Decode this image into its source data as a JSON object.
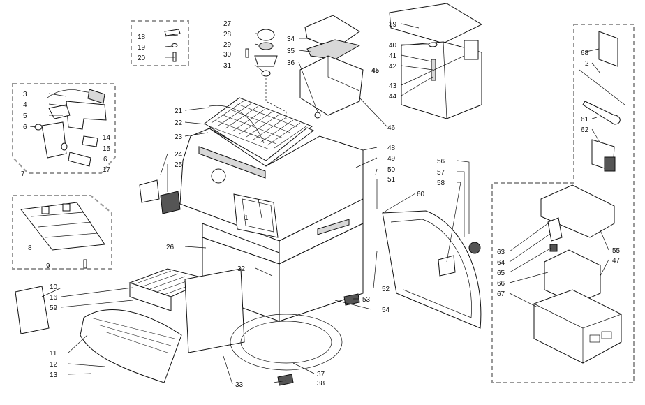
{
  "callouts": [
    "1",
    "2",
    "3",
    "4",
    "5",
    "6",
    "6",
    "7",
    "8",
    "9",
    "10",
    "11",
    "12",
    "13",
    "14",
    "15",
    "16",
    "17",
    "18",
    "19",
    "20",
    "21",
    "22",
    "23",
    "24",
    "25",
    "26",
    "27",
    "28",
    "29",
    "30",
    "31",
    "32",
    "33",
    "34",
    "35",
    "36",
    "37",
    "38",
    "39",
    "40",
    "41",
    "42",
    "43",
    "44",
    "45",
    "46",
    "47",
    "48",
    "49",
    "50",
    "51",
    "52",
    "53",
    "54",
    "55",
    "56",
    "57",
    "58",
    "59",
    "60",
    "61",
    "62",
    "63",
    "64",
    "65",
    "66",
    "67",
    "68"
  ]
}
